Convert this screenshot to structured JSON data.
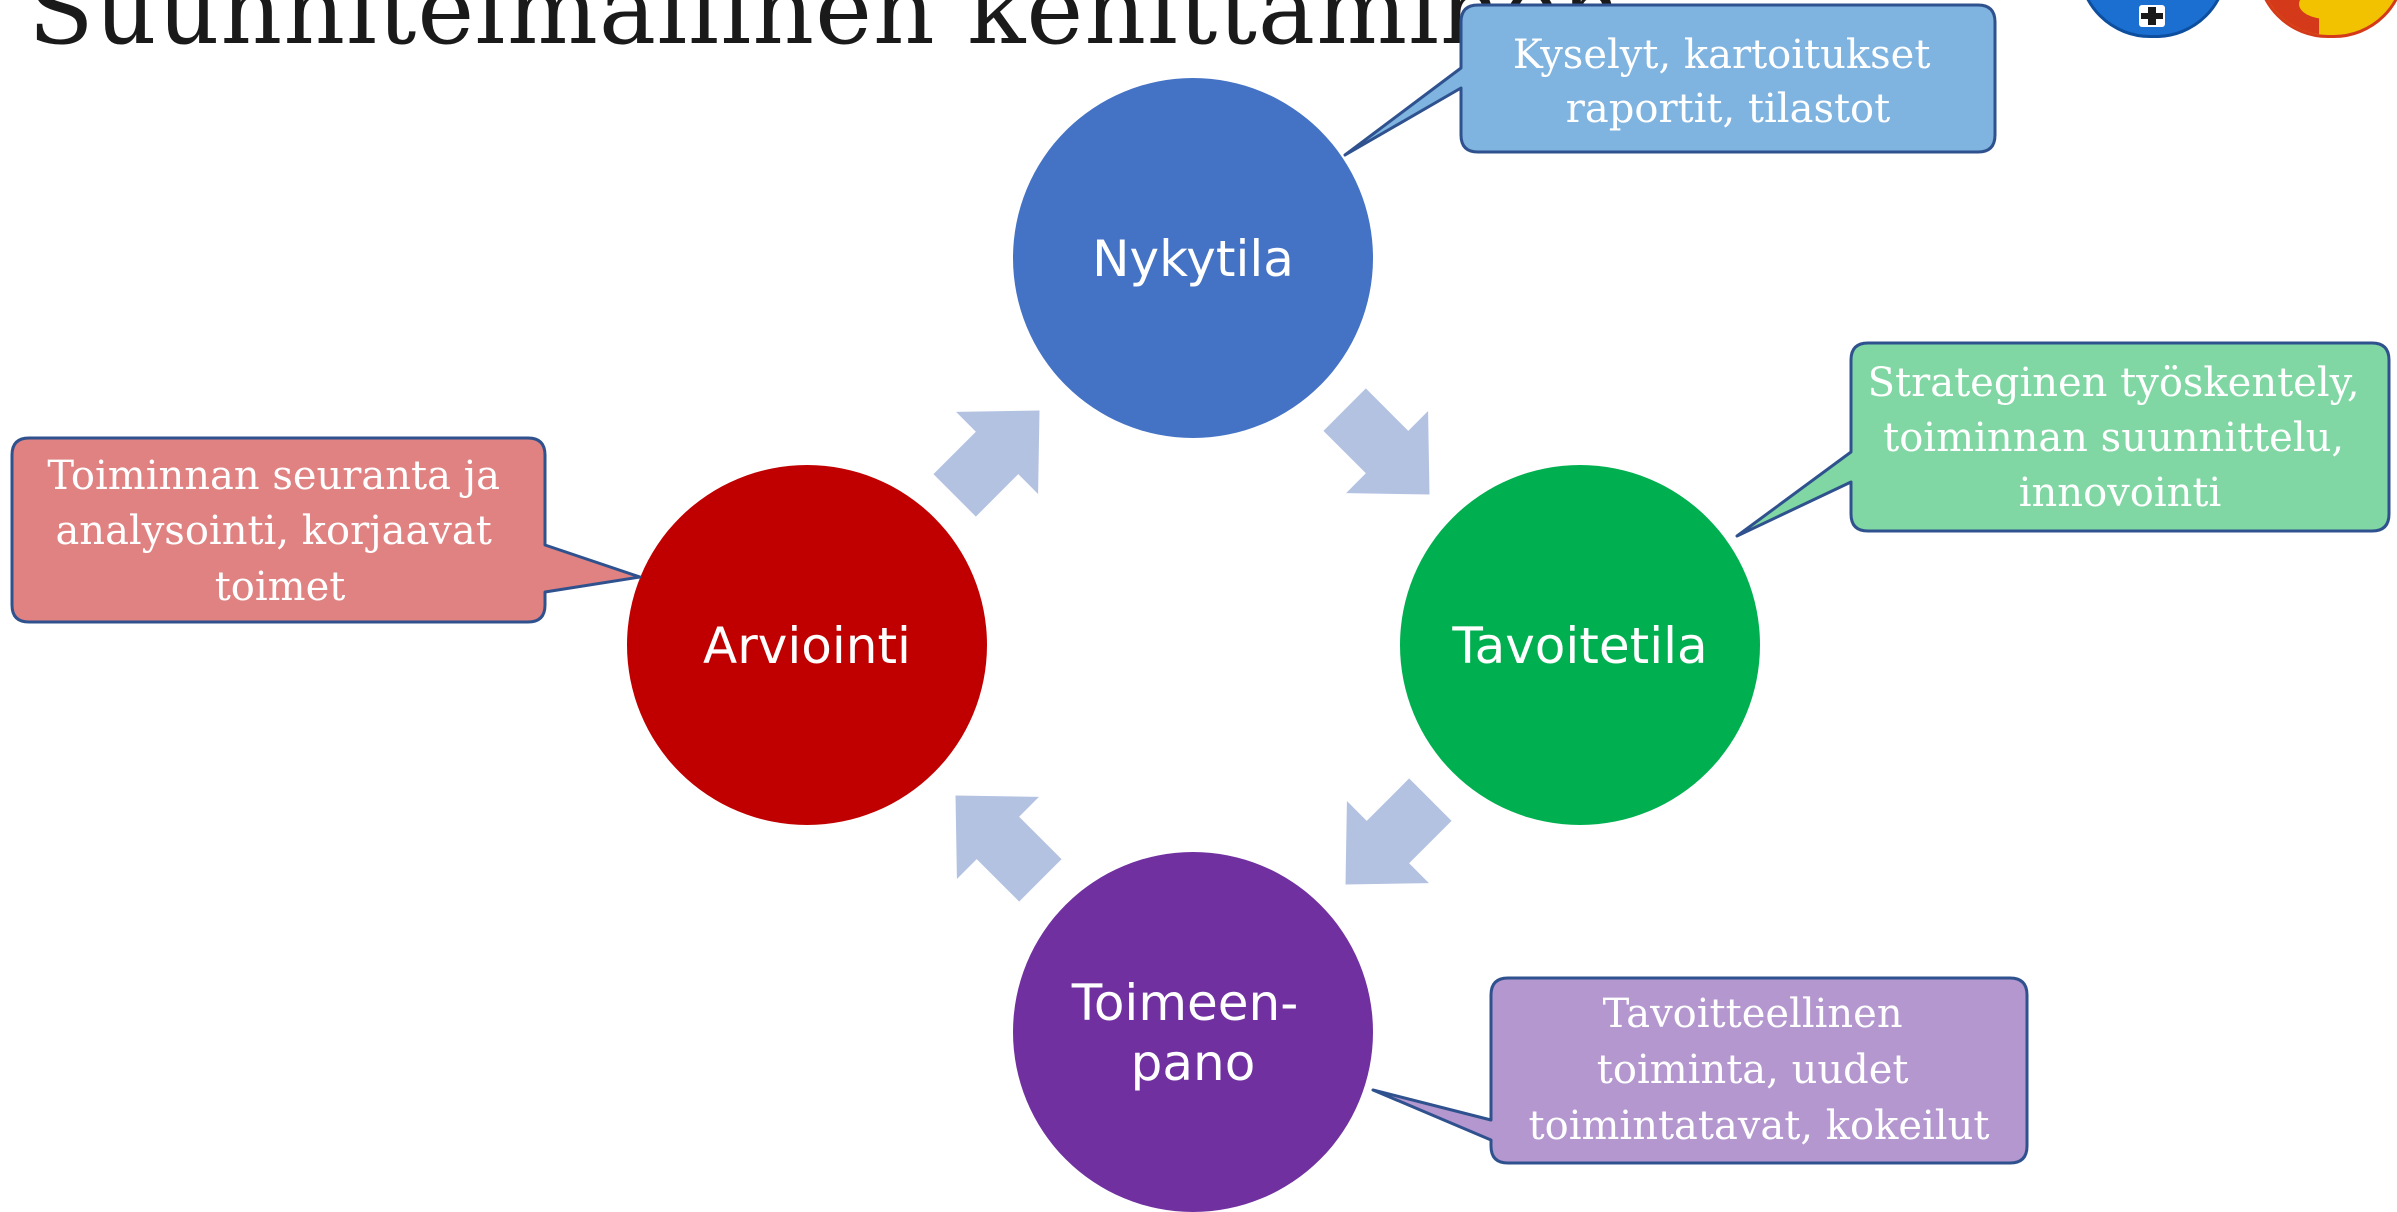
{
  "title": "Suunnitelmallinen kehittäminen",
  "nodes": {
    "nykytila": {
      "lines": [
        "Nykytila"
      ],
      "color": "#4472c4"
    },
    "tavoitetila": {
      "lines": [
        "Tavoitetila"
      ],
      "color": "#00b050"
    },
    "toimeenpano": {
      "lines": [
        "Toimeen-",
        "pano"
      ],
      "color": "#7030a0"
    },
    "arviointi": {
      "lines": [
        "Arviointi"
      ],
      "color": "#c00000"
    }
  },
  "callouts": {
    "nykytila": {
      "lines": [
        "Kyselyt, kartoitukset",
        "raportit, tilastot"
      ],
      "fill": "#7fb3e0",
      "text_color": "#ffffff"
    },
    "tavoitetila": {
      "lines": [
        "Strateginen työskentely,",
        "toiminnan suunnittelu,",
        "innovointi"
      ],
      "fill": "#80d7a3",
      "text_color": "#ffffff"
    },
    "toimeenpano": {
      "lines": [
        "Tavoitteellinen",
        "toiminta, uudet",
        "toimintatavat, kokeilut"
      ],
      "fill": "#b497cf",
      "text_color": "#ffffff"
    },
    "arviointi": {
      "lines": [
        "Toiminnan seuranta ja",
        "analysointi, korjaavat",
        "toimet"
      ],
      "fill": "#e08282",
      "text_color": "#ffffff"
    }
  },
  "arrow_color": "#b4c2e2",
  "logos": [
    {
      "name": "blue-cross-logo",
      "color": "#1a6fd1"
    },
    {
      "name": "yellow-red-logo",
      "color": "#f2c200"
    }
  ]
}
